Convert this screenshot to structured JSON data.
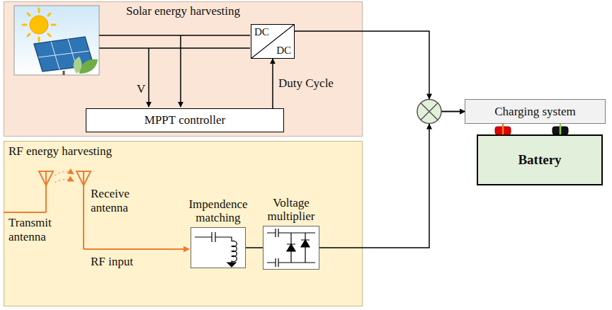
{
  "diagram": {
    "nodes": [
      {
        "text": [
          "Solar energy harvesting"
        ]
      },
      {
        "text": [
          "DC",
          "DC"
        ],
        "in": 0
      },
      {
        "text": [
          "MPPT controller"
        ],
        "in": 0
      },
      {
        "text": [
          "RF energy harvesting"
        ]
      },
      {
        "text": [
          "Impendence matching"
        ],
        "in": 3
      },
      {
        "text": [
          "Voltage multiplier"
        ],
        "in": 3
      },
      {
        "text": [
          "Charging system"
        ]
      },
      {
        "text": [
          "Battery"
        ]
      }
    ],
    "edges": [
      {
        "from": 2,
        "to": 1,
        "label": "Duty Cycle",
        "arrow": "to"
      },
      {
        "from": 4,
        "to": 5,
        "arrow": "none"
      },
      {
        "from": 1,
        "to": 6,
        "arrow": "to"
      },
      {
        "from": 5,
        "to": 6,
        "arrow": "to"
      },
      {
        "from": 6,
        "to": 7,
        "arrow": "none"
      },
      {
        "from": 6,
        "to": 7,
        "arrow": "none"
      }
    ],
    "labels": [
      "V",
      "Transmit antenna",
      "Receive antenna",
      "RF input"
    ]
  }
}
